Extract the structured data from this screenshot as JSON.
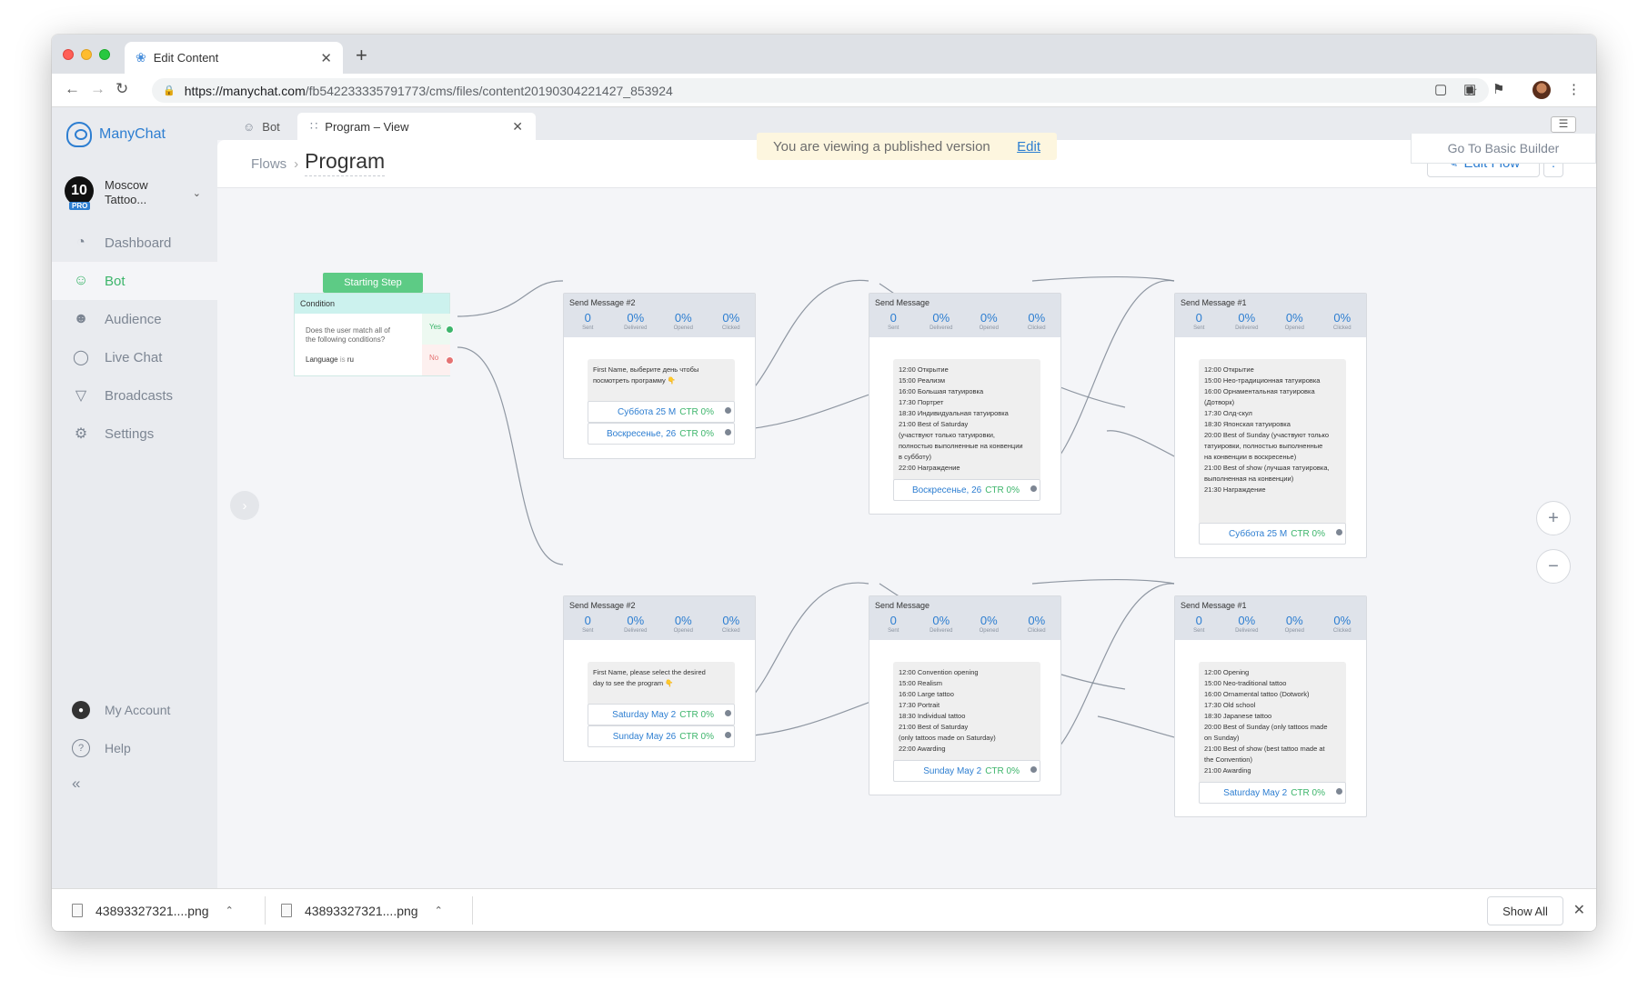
{
  "browser": {
    "tab_title": "Edit Content",
    "url_host": "https://manychat.com",
    "url_path": "/fb542233335791773/cms/files/content20190304221427_853924"
  },
  "sidebar": {
    "brand": "ManyChat",
    "account_badge": "10",
    "account_plan": "PRO",
    "account_name": "Moscow Tattoo...",
    "items": [
      {
        "label": "Dashboard",
        "icon": "gauge-icon"
      },
      {
        "label": "Bot",
        "icon": "bot-icon"
      },
      {
        "label": "Audience",
        "icon": "person-icon"
      },
      {
        "label": "Live Chat",
        "icon": "chat-icon"
      },
      {
        "label": "Broadcasts",
        "icon": "send-icon"
      },
      {
        "label": "Settings",
        "icon": "gear-icon"
      }
    ],
    "my_account": "My Account",
    "help": "Help"
  },
  "editor_tabs": [
    {
      "label": "Bot",
      "icon": "bot-icon"
    },
    {
      "label": "Program – View",
      "icon": "flow-icon"
    }
  ],
  "header": {
    "breadcrumb": "Flows",
    "title": "Program",
    "edit_flow": "Edit Flow"
  },
  "banner": {
    "text": "You are viewing a published version",
    "link": "Edit"
  },
  "basic_builder": "Go To Basic Builder",
  "condition": {
    "start_label": "Starting Step",
    "title": "Condition",
    "question": "Does the user match all of the following conditions?",
    "rule_field": "Language",
    "rule_op": "is",
    "rule_value": "ru",
    "yes": "Yes",
    "no": "No"
  },
  "stat_labels": [
    "Sent",
    "Delivered",
    "Opened",
    "Clicked"
  ],
  "nodes": [
    {
      "title": "Send Message #2",
      "stats": [
        "0",
        "0%",
        "0%",
        "0%"
      ],
      "first_name_tag": "First Name",
      "text": [
        ", выберите день чтобы",
        "посмотреть программу 👇"
      ],
      "buttons": [
        {
          "label": "Суббота 25 М",
          "ctr": "CTR 0%"
        },
        {
          "label": "Воскресенье, 26",
          "ctr": "CTR 0%"
        }
      ]
    },
    {
      "title": "Send Message",
      "stats": [
        "0",
        "0%",
        "0%",
        "0%"
      ],
      "text": [
        "12:00 Открытие",
        "15:00 Реализм",
        "16:00 Большая татуировка",
        "17:30 Портрет",
        "18:30 Индивидуальная татуировка",
        "21:00 Best of Saturday",
        "(участвуют только татуировки,",
        "полностью выполненные на конвенции",
        "в субботу)",
        "22:00 Награждение"
      ],
      "buttons": [
        {
          "label": "Воскресенье, 26",
          "ctr": "CTR 0%"
        }
      ]
    },
    {
      "title": "Send Message #1",
      "stats": [
        "0",
        "0%",
        "0%",
        "0%"
      ],
      "text": [
        "12:00 Открытие",
        "15:00 Нео-традиционная татуировка",
        "16:00 Орнаментальная татуировка",
        "(Дотворк)",
        "17:30 Олд-скул",
        "18:30 Японская татуировка",
        "20:00 Best of Sunday (участвуют только",
        "татуировки, полностью выполненные",
        "на конвенции в воскресенье)",
        "21:00 Best of show (лучшая татуировка,",
        "выполненная на конвенции)",
        "21:30 Награждение"
      ],
      "buttons": [
        {
          "label": "Суббота 25 М",
          "ctr": "CTR 0%"
        }
      ]
    },
    {
      "title": "Send Message #2",
      "stats": [
        "0",
        "0%",
        "0%",
        "0%"
      ],
      "first_name_tag": "First Name",
      "text": [
        ", please select the desired",
        "day to see the program 👇"
      ],
      "buttons": [
        {
          "label": "Saturday May 2",
          "ctr": "CTR 0%"
        },
        {
          "label": "Sunday May 26",
          "ctr": "CTR 0%"
        }
      ]
    },
    {
      "title": "Send Message",
      "stats": [
        "0",
        "0%",
        "0%",
        "0%"
      ],
      "text": [
        "12:00 Convention opening",
        "15:00 Realism",
        "16:00 Large tattoo",
        "17:30 Portrait",
        "18:30 Individual tattoo",
        "21:00 Best of Saturday",
        "(only tattoos made on Saturday)",
        "22:00 Awarding"
      ],
      "buttons": [
        {
          "label": "Sunday May 2",
          "ctr": "CTR 0%"
        }
      ]
    },
    {
      "title": "Send Message #1",
      "stats": [
        "0",
        "0%",
        "0%",
        "0%"
      ],
      "text": [
        "12:00 Opening",
        "15:00 Neo-traditional tattoo",
        "16:00 Ornamental tattoo (Dotwork)",
        "17:30 Old school",
        "18:30 Japanese tattoo",
        "20:00 Best of Sunday (only tattoos made",
        "on Sunday)",
        "21:00 Best of show (best tattoo made at",
        "the Convention)",
        "21:00 Awarding"
      ],
      "buttons": [
        {
          "label": "Saturday May 2",
          "ctr": "CTR 0%"
        }
      ]
    }
  ],
  "downloads": [
    {
      "name": "43893327321....png"
    },
    {
      "name": "43893327321....png"
    }
  ],
  "show_all": "Show All",
  "colors": {
    "accent": "#2d7ed1",
    "success": "#3db56b",
    "danger": "#e57373"
  }
}
